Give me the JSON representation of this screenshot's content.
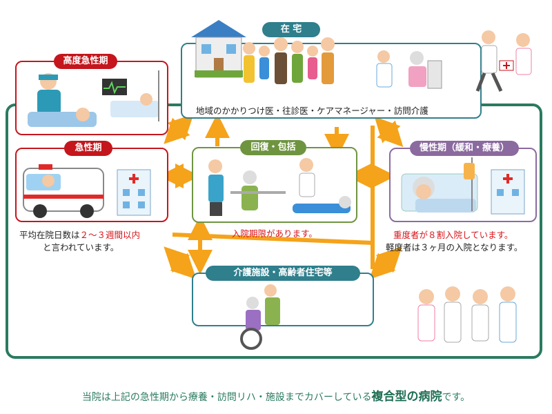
{
  "boxes": {
    "home": {
      "label": "在 宅",
      "caption": "地域のかかりつけ医・往診医・ケアマネージャー・訪問介護"
    },
    "acute_high": {
      "label": "高度急性期"
    },
    "acute": {
      "label": "急性期",
      "note_line1_pre": "平均在院日数は",
      "note_line1_hl": "２～３週間以内",
      "note_line2": "と言われています。"
    },
    "recovery": {
      "label": "回復・包括",
      "note": "入院期限があります。"
    },
    "chronic": {
      "label": "慢性期（緩和・療養）",
      "note_line1": "重度者が８割入院しています。",
      "note_line2": "軽度者は３ヶ月の入院となります。"
    },
    "care": {
      "label": "介護施設・高齢者住宅等"
    }
  },
  "footer": {
    "pre": "当院は上記の急性期から療養・訪問リハ・施設までカバーしている",
    "bold": "複合型の病院",
    "post": "です。"
  },
  "colors": {
    "red": "#c4161c",
    "teal": "#2f7f8c",
    "green": "#6f9440",
    "purple": "#8b6a9f",
    "arrow": "#f5a31a",
    "frame": "#2a7b5f"
  }
}
